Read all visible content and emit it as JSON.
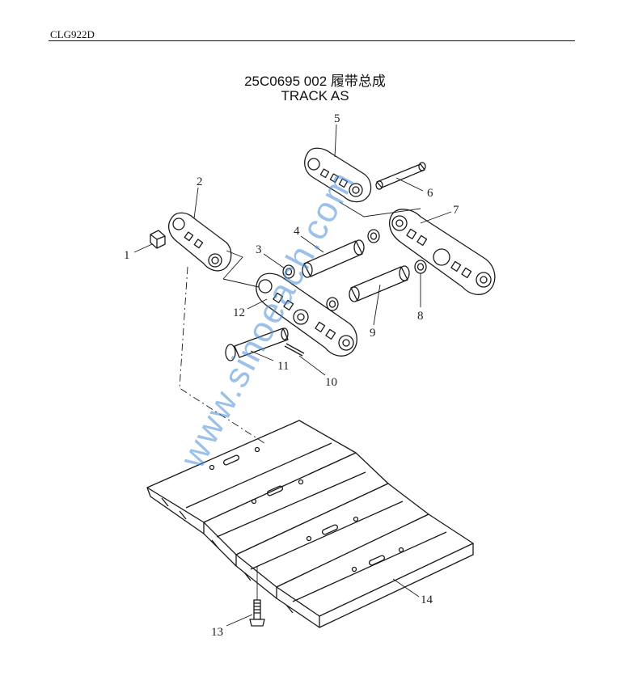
{
  "header": {
    "model_code": "CLG922D"
  },
  "title": {
    "line1": "25C0695 002  履带总成",
    "line2": "TRACK AS"
  },
  "callouts": [
    "1",
    "2",
    "3",
    "4",
    "5",
    "6",
    "7",
    "8",
    "9",
    "10",
    "11",
    "12",
    "13",
    "14"
  ],
  "watermark": "www.sinoeach.com",
  "colors": {
    "line": "#1a1a1a",
    "watermark": "#4a90d9"
  }
}
